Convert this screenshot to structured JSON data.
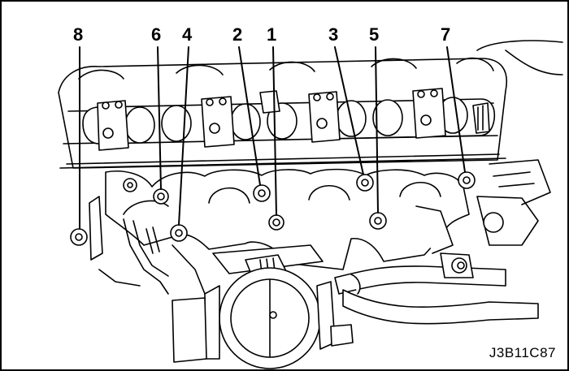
{
  "callouts": [
    "8",
    "6",
    "4",
    "2",
    "1",
    "3",
    "5",
    "7"
  ],
  "figure_code": "J3B11C87"
}
